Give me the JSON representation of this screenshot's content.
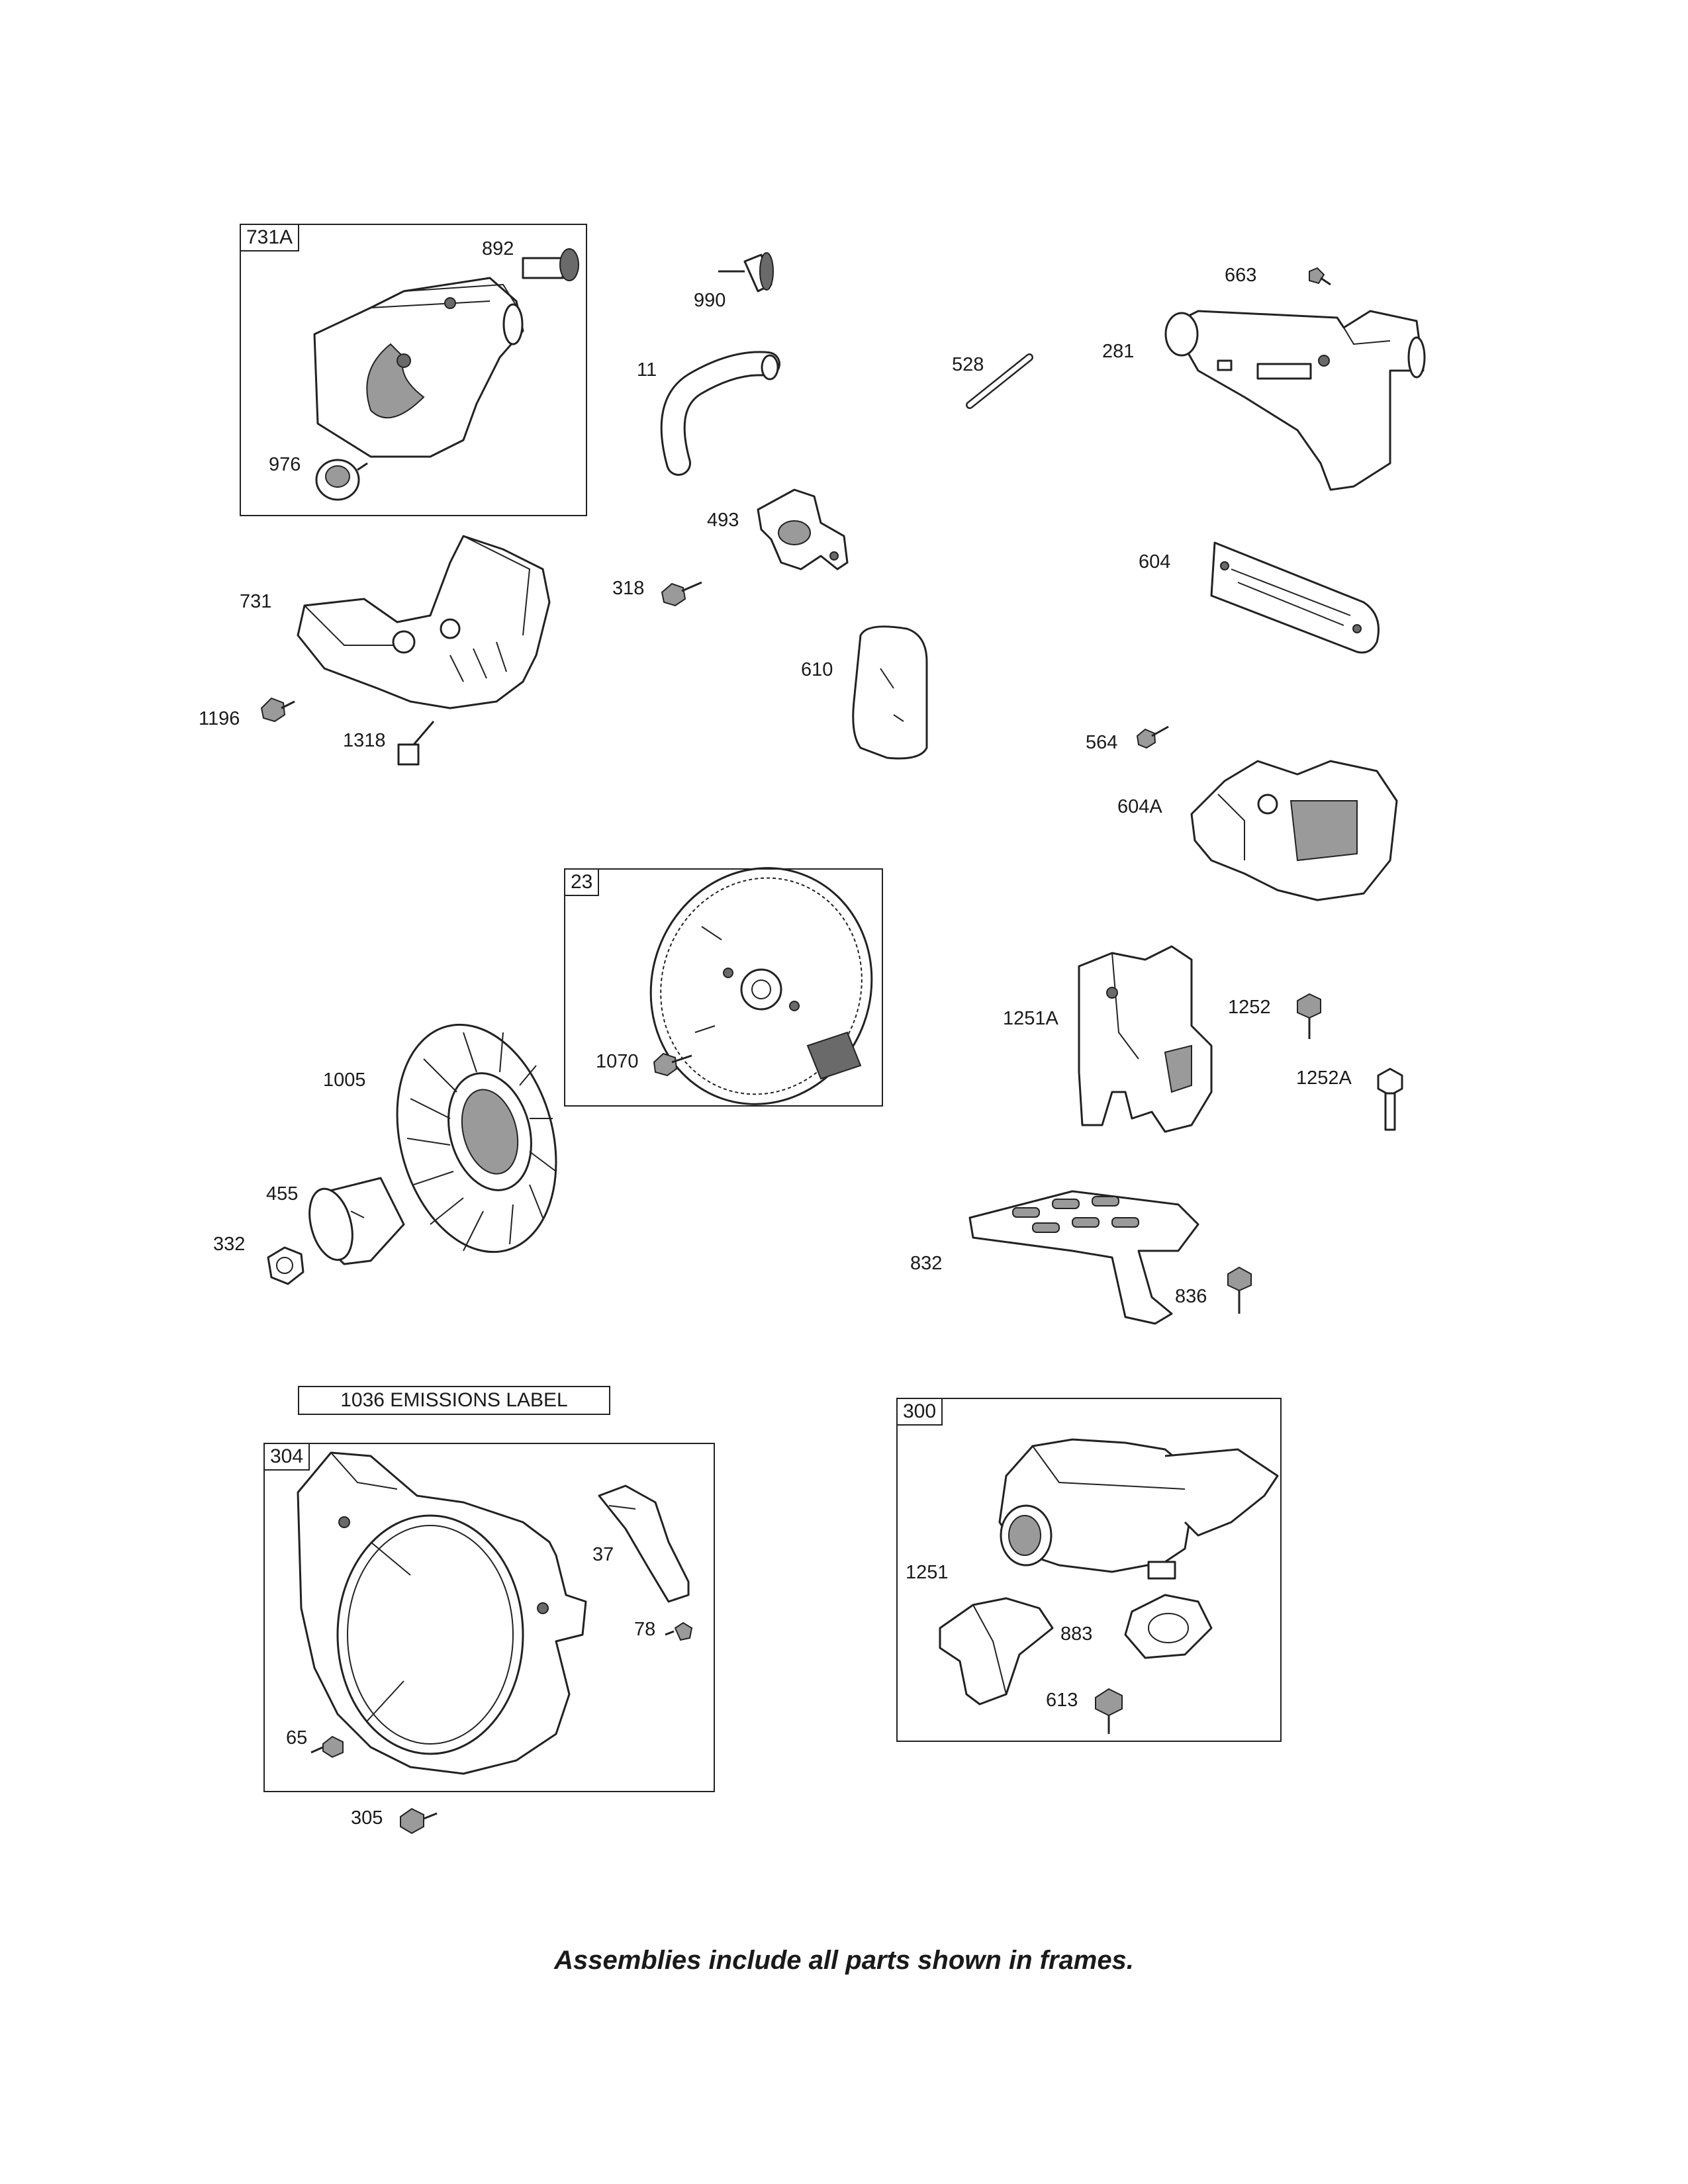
{
  "diagram": {
    "frames": [
      {
        "id": "731A",
        "label": "731A"
      },
      {
        "id": "23",
        "label": "23"
      },
      {
        "id": "304",
        "label": "304"
      },
      {
        "id": "300",
        "label": "300"
      }
    ],
    "emissions_label": "1036 EMISSIONS LABEL",
    "part_labels": {
      "p892": "892",
      "p976": "976",
      "p990": "990",
      "p11": "11",
      "p528": "528",
      "p663": "663",
      "p281": "281",
      "p493": "493",
      "p318": "318",
      "p731": "731",
      "p604": "604",
      "p610": "610",
      "p1196": "1196",
      "p1318": "1318",
      "p564": "564",
      "p604A": "604A",
      "p1070": "1070",
      "p1005": "1005",
      "p1251A": "1251A",
      "p1252": "1252",
      "p1252A": "1252A",
      "p455": "455",
      "p332": "332",
      "p832": "832",
      "p836": "836",
      "p37": "37",
      "p78": "78",
      "p65": "65",
      "p305": "305",
      "p1251": "1251",
      "p883": "883",
      "p613": "613"
    },
    "footnote": "Assemblies include all parts shown in frames."
  }
}
